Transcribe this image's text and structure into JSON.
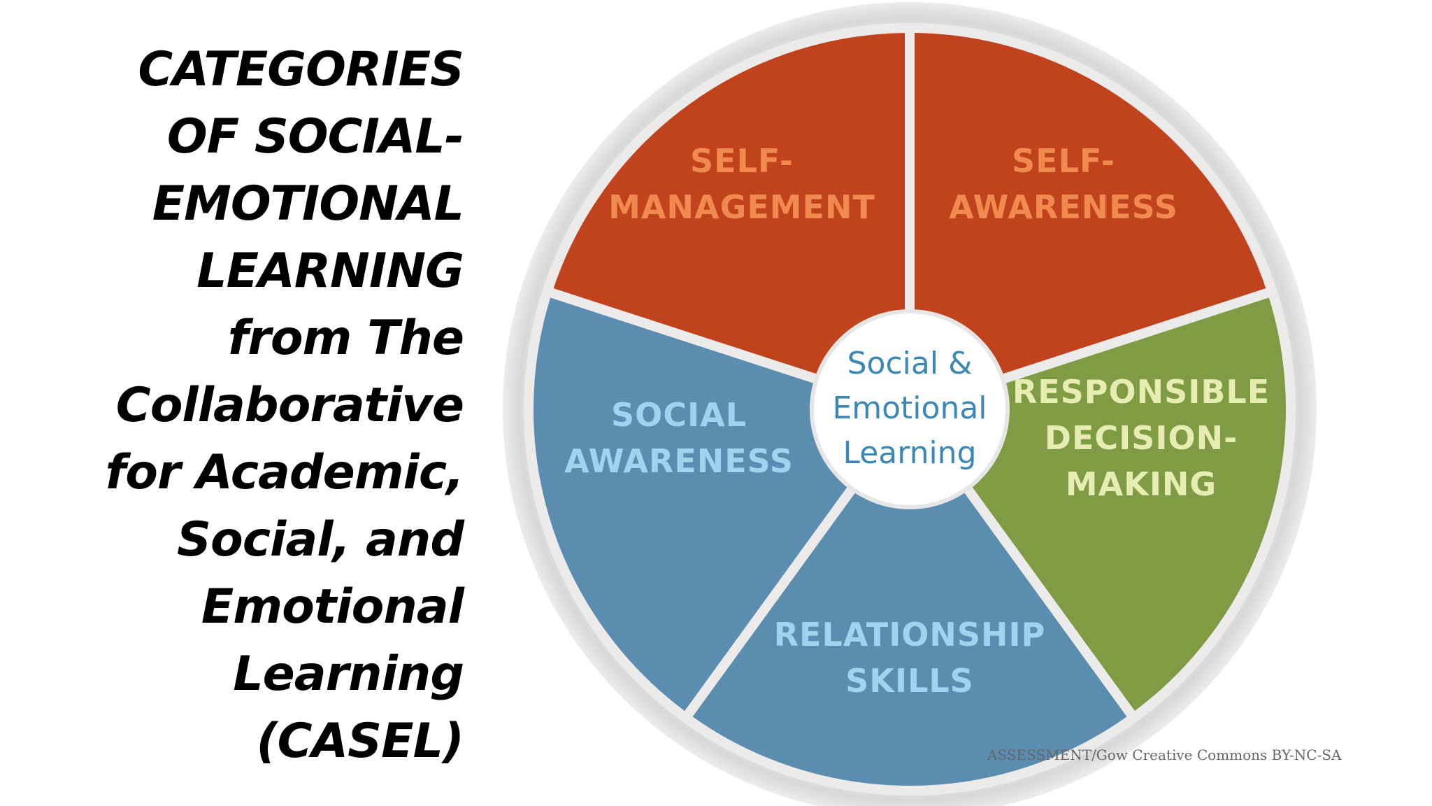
{
  "title": {
    "lines": [
      "CATEGORIES",
      "OF SOCIAL-",
      "EMOTIONAL",
      "LEARNING",
      "from The",
      "Collaborative",
      "for Academic,",
      "Social, and",
      "Emotional",
      "Learning",
      "(CASEL)"
    ]
  },
  "wheel": {
    "center": [
      "Social &",
      "Emotional",
      "Learning"
    ],
    "segments": [
      {
        "name": "self-awareness",
        "lines": [
          "SELF-",
          "AWARENESS"
        ],
        "fill": "#c0431e",
        "text_color": "#f08a4f"
      },
      {
        "name": "responsible-decision-making",
        "lines": [
          "RESPONSIBLE",
          "DECISION-",
          "MAKING"
        ],
        "fill": "#7f9c45",
        "text_color": "#e6ecb2"
      },
      {
        "name": "relationship-skills",
        "lines": [
          "RELATIONSHIP",
          "SKILLS"
        ],
        "fill": "#5b8db0",
        "text_color": "#9fd3ee"
      },
      {
        "name": "social-awareness",
        "lines": [
          "SOCIAL",
          "AWARENESS"
        ],
        "fill": "#5b8db0",
        "text_color": "#9fd3ee"
      },
      {
        "name": "self-management",
        "lines": [
          "SELF-",
          "MANAGEMENT"
        ],
        "fill": "#c0431e",
        "text_color": "#f08a4f"
      }
    ],
    "ring_color": "#dcdcdc",
    "center_text_color": "#3b87b6"
  },
  "credit": "ASSESSMENT/Gow  Creative Commons BY-NC-SA"
}
